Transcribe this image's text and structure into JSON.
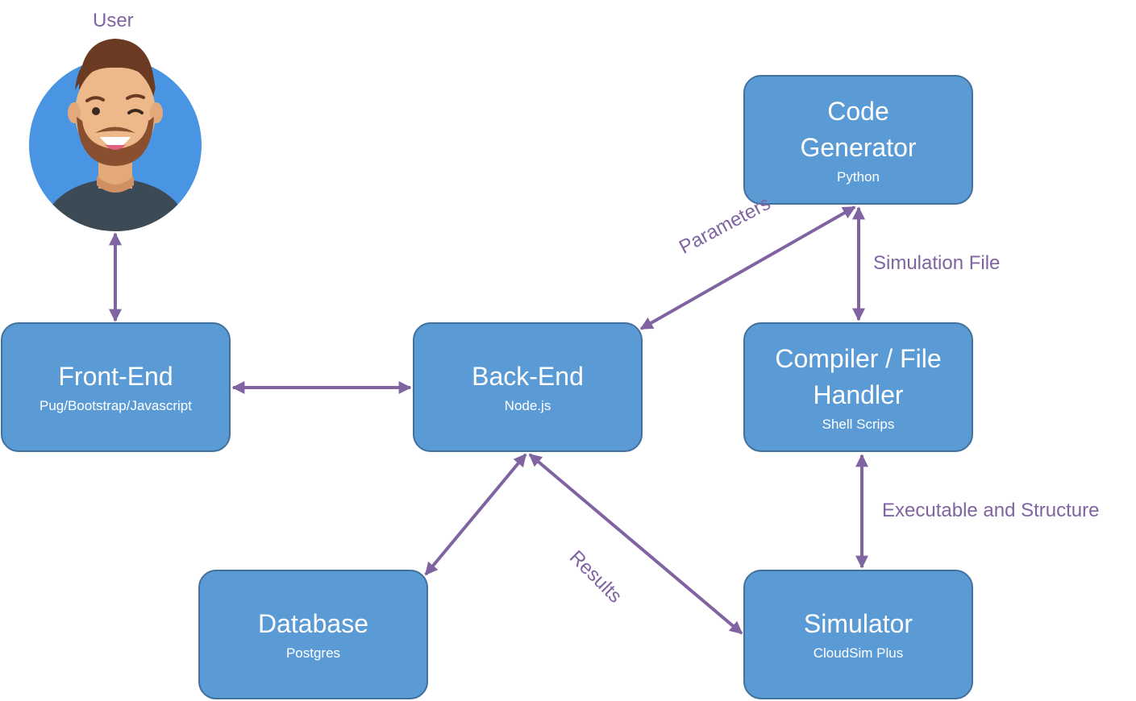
{
  "user": {
    "label": "User"
  },
  "nodes": {
    "frontend": {
      "title": "Front-End",
      "subtitle": "Pug/Bootstrap/Javascript"
    },
    "backend": {
      "title": "Back-End",
      "subtitle": "Node.js"
    },
    "codegen": {
      "title_line1": "Code",
      "title_line2": "Generator",
      "subtitle": "Python"
    },
    "compiler": {
      "title_line1": "Compiler / File",
      "title_line2": "Handler",
      "subtitle": "Shell Scrips"
    },
    "database": {
      "title": "Database",
      "subtitle": "Postgres"
    },
    "simulator": {
      "title": "Simulator",
      "subtitle": "CloudSim Plus"
    }
  },
  "edges": {
    "parameters": "Parameters",
    "simulation_file": "Simulation File",
    "executable": "Executable and Structure",
    "results": "Results"
  },
  "colors": {
    "node_fill": "#5b9bd5",
    "node_border": "#41719c",
    "arrow": "#8064a2",
    "avatar_bg": "#4a94e4"
  },
  "icons": {
    "user": "avatar-icon"
  }
}
